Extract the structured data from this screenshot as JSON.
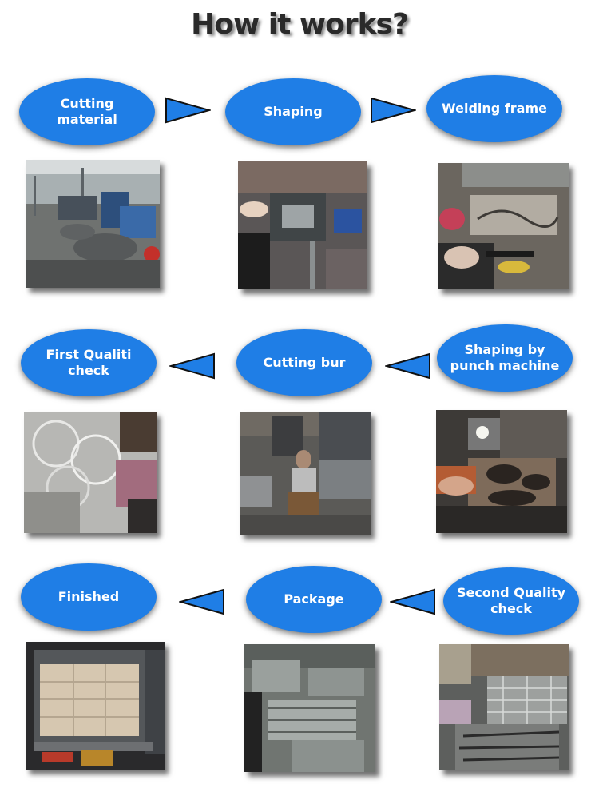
{
  "title": "How it works?",
  "colors": {
    "step_fill": "#1f7ee6",
    "arrow_fill": "#1f7ee6",
    "arrow_stroke": "#111111"
  },
  "rows": [
    {
      "steps": [
        {
          "label": "Cutting material",
          "direction": "right"
        },
        {
          "label": "Shaping",
          "direction": "right"
        },
        {
          "label": "Welding frame",
          "direction": "none"
        }
      ],
      "photos": [
        "cutting-machines-photo",
        "shaping-photo",
        "welding-photo"
      ]
    },
    {
      "steps": [
        {
          "label": "First Qualiti check",
          "direction": "none"
        },
        {
          "label": "Cutting bur",
          "direction": "left"
        },
        {
          "label": "Shaping by punch machine",
          "direction": "left"
        }
      ],
      "photos": [
        "quality-check-photo",
        "cutting-bur-photo",
        "punch-machine-photo"
      ]
    },
    {
      "steps": [
        {
          "label": "Finished",
          "direction": "none"
        },
        {
          "label": "Package",
          "direction": "left"
        },
        {
          "label": "Second Quality check",
          "direction": "left"
        }
      ],
      "photos": [
        "truck-loading-photo",
        "package-photo",
        "second-check-photo"
      ]
    }
  ]
}
